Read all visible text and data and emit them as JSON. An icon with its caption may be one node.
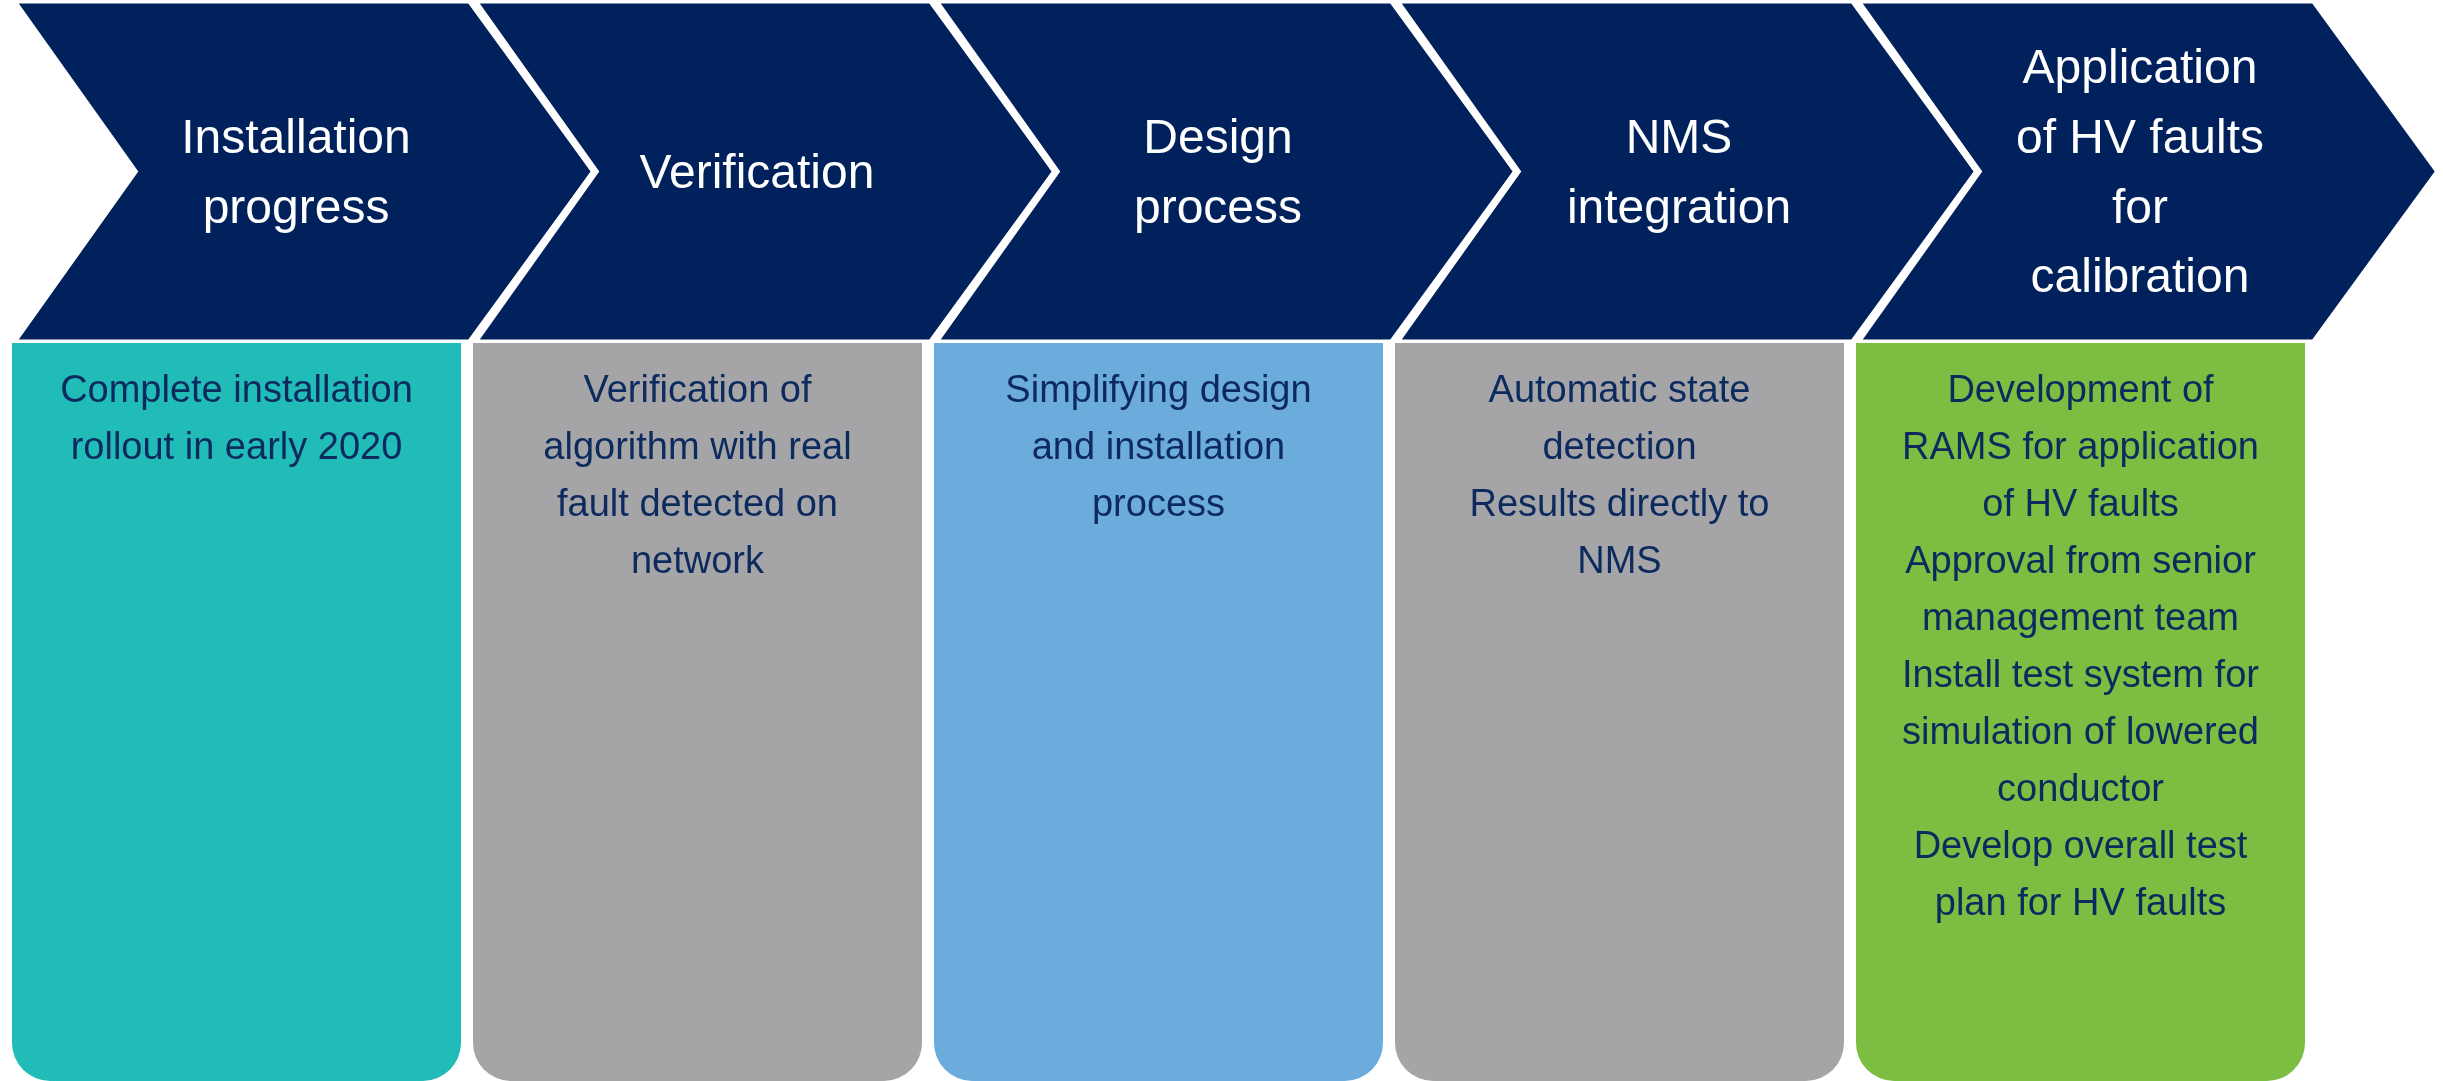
{
  "diagram": {
    "nodes": [
      {
        "text": [
          "Installation progress"
        ]
      },
      {
        "text": [
          "Verification"
        ]
      },
      {
        "text": [
          "Design process"
        ]
      },
      {
        "text": [
          "NMS integration"
        ]
      },
      {
        "text": [
          "Application of HV faults for calibration"
        ]
      },
      {
        "text": [
          "Complete installation rollout in early 2020"
        ]
      },
      {
        "text": [
          "Verification of algorithm with real fault detected on network"
        ]
      },
      {
        "text": [
          "Simplifying design and installation process"
        ]
      },
      {
        "text": [
          "Automatic state detection",
          "Results directly to NMS"
        ]
      },
      {
        "text": [
          "Development of RAMS for application of HV faults",
          "Approval from senior management team",
          "Install test system for simulation of lowered conductor",
          "Develop overall test plan for HV faults"
        ]
      }
    ],
    "edges": []
  }
}
